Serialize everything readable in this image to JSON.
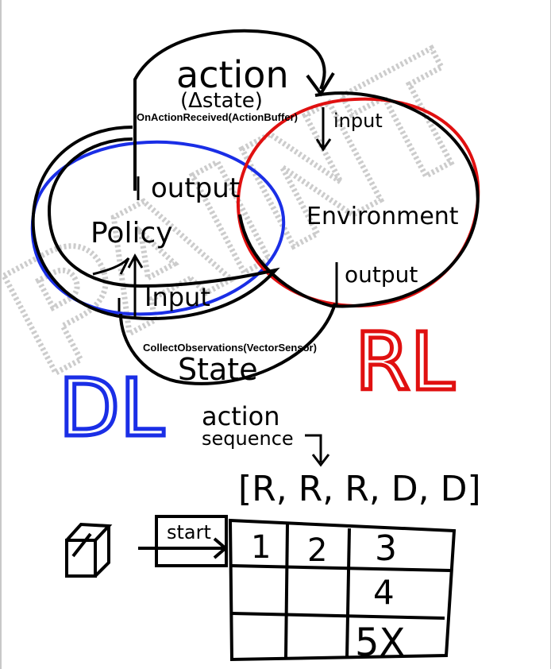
{
  "labels": {
    "action": "action",
    "delta_state": "(Δstate)",
    "on_action_received": "OnActionReceived(ActionBuffer)",
    "input_env": "input",
    "output_policy": "output",
    "policy": "Policy",
    "environment": "Environment",
    "output_env": "output",
    "input_policy": "Input",
    "collect_observations": "CollectObservations(VectorSensor)",
    "state": "State",
    "dl": "DL",
    "rl": "RL",
    "action_line1": "action",
    "action_line2": "sequence",
    "sequence": "[R, R, R, D, D]",
    "start": "start",
    "watermark": "PAINT"
  },
  "grid": {
    "cells": [
      [
        "1",
        "2",
        "3"
      ],
      [
        "",
        "",
        "4"
      ],
      [
        "",
        "",
        "5X"
      ]
    ]
  },
  "colors": {
    "ink": "#000000",
    "dl_blue": "#1a2ee6",
    "rl_red": "#e01010",
    "watermark": "#c4c4c4"
  }
}
